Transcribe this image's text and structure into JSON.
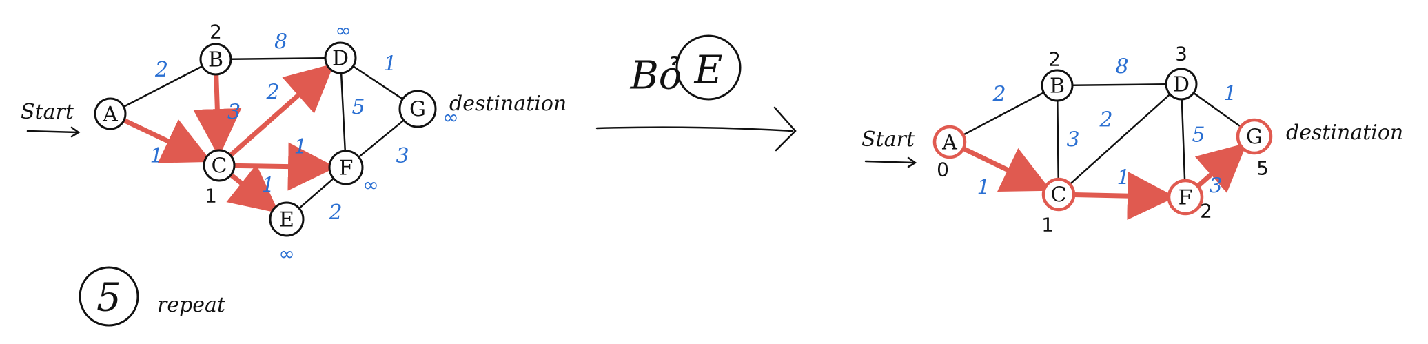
{
  "left_graph": {
    "start_label": "Start",
    "destination_label": "destination",
    "nodes": [
      {
        "id": "A",
        "dist": ""
      },
      {
        "id": "B",
        "dist": "2"
      },
      {
        "id": "C",
        "dist": "1"
      },
      {
        "id": "D",
        "dist": "∞"
      },
      {
        "id": "E",
        "dist": "∞"
      },
      {
        "id": "F",
        "dist": "∞"
      },
      {
        "id": "G",
        "dist": "∞"
      }
    ],
    "edges": [
      {
        "from": "A",
        "to": "B",
        "weight": "2",
        "highlighted": false
      },
      {
        "from": "A",
        "to": "C",
        "weight": "1",
        "highlighted": true
      },
      {
        "from": "B",
        "to": "D",
        "weight": "8",
        "highlighted": false
      },
      {
        "from": "B",
        "to": "C",
        "weight": "3",
        "highlighted": true
      },
      {
        "from": "C",
        "to": "D",
        "weight": "2",
        "highlighted": true
      },
      {
        "from": "C",
        "to": "F",
        "weight": "1",
        "highlighted": true
      },
      {
        "from": "C",
        "to": "E",
        "weight": "1",
        "highlighted": true
      },
      {
        "from": "D",
        "to": "F",
        "weight": "5",
        "highlighted": false
      },
      {
        "from": "D",
        "to": "G",
        "weight": "1",
        "highlighted": false
      },
      {
        "from": "F",
        "to": "G",
        "weight": "3",
        "highlighted": false
      },
      {
        "from": "E",
        "to": "F",
        "weight": "2",
        "highlighted": false
      }
    ]
  },
  "step": {
    "number": "5",
    "label": "repeat"
  },
  "transition": {
    "text": "Bỏ",
    "removed_node": "E"
  },
  "right_graph": {
    "start_label": "Start",
    "destination_label": "destination",
    "nodes": [
      {
        "id": "A",
        "dist": "0",
        "highlighted": true
      },
      {
        "id": "B",
        "dist": "2",
        "highlighted": false
      },
      {
        "id": "C",
        "dist": "1",
        "highlighted": true
      },
      {
        "id": "D",
        "dist": "3",
        "highlighted": false
      },
      {
        "id": "F",
        "dist": "2",
        "highlighted": true
      },
      {
        "id": "G",
        "dist": "5",
        "highlighted": true
      }
    ],
    "edges": [
      {
        "from": "A",
        "to": "B",
        "weight": "2",
        "highlighted": false
      },
      {
        "from": "A",
        "to": "C",
        "weight": "1",
        "highlighted": true
      },
      {
        "from": "B",
        "to": "D",
        "weight": "8",
        "highlighted": false
      },
      {
        "from": "B",
        "to": "C",
        "weight": "3",
        "highlighted": false
      },
      {
        "from": "C",
        "to": "D",
        "weight": "2",
        "highlighted": false
      },
      {
        "from": "C",
        "to": "F",
        "weight": "1",
        "highlighted": true
      },
      {
        "from": "D",
        "to": "F",
        "weight": "5",
        "highlighted": false
      },
      {
        "from": "D",
        "to": "G",
        "weight": "1",
        "highlighted": false
      },
      {
        "from": "F",
        "to": "G",
        "weight": "3",
        "highlighted": true
      }
    ]
  },
  "colors": {
    "ink": "#111111",
    "weight": "#2a6fd2",
    "path": "#e05a50"
  }
}
